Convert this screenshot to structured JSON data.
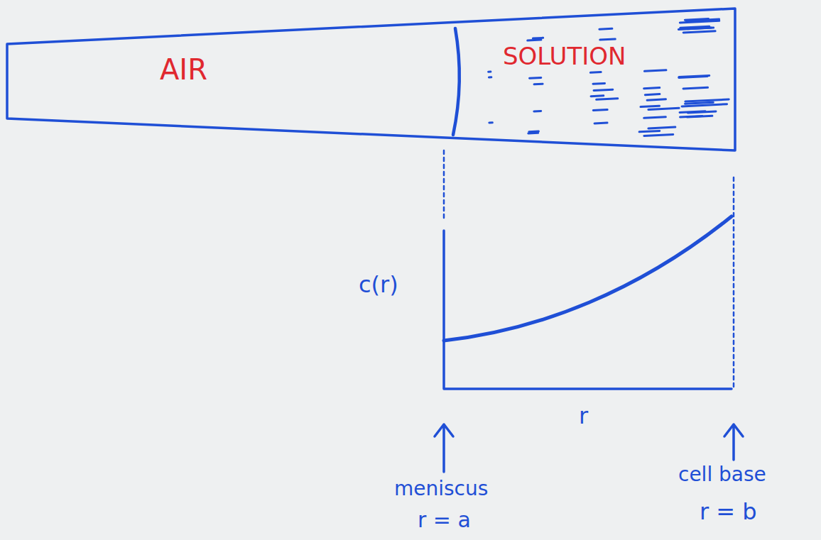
{
  "diagram": {
    "labels": [
      "AIR",
      "SOLUTION",
      "c(r)",
      "r",
      "meniscus",
      "r = a",
      "cell base",
      "r = b"
    ]
  }
}
